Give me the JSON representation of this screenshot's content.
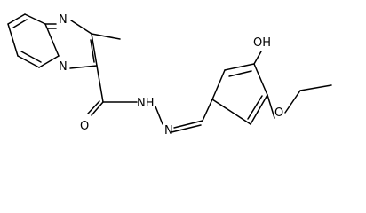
{
  "diagram": {
    "atoms": {
      "n_imine": "N",
      "n_ring": "N",
      "oh": "OH",
      "o_ether": "O",
      "o_carbonyl": "O",
      "nh": "NH",
      "n_hydrazone": "N"
    }
  }
}
